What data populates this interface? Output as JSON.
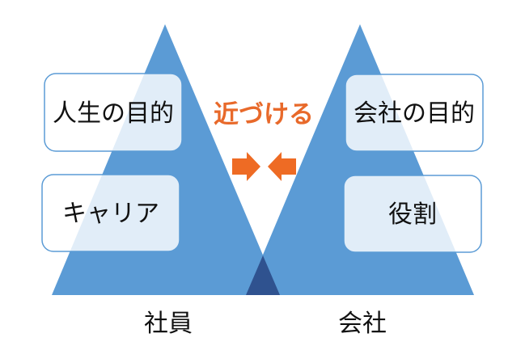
{
  "left_pyramid": {
    "base_label": "社員",
    "boxes": [
      "人生の目的",
      "キャリア"
    ]
  },
  "right_pyramid": {
    "base_label": "会社",
    "boxes": [
      "会社の目的",
      "役割"
    ]
  },
  "center": {
    "label": "近づける",
    "arrow_color": "#ee6b24"
  },
  "colors": {
    "pyramid_fill": "#5b9bd5",
    "overlap_fill": "#2f528f",
    "box_fill": "#ffffff",
    "box_stroke": "#5b9bd5",
    "label_color": "#e8692a"
  }
}
